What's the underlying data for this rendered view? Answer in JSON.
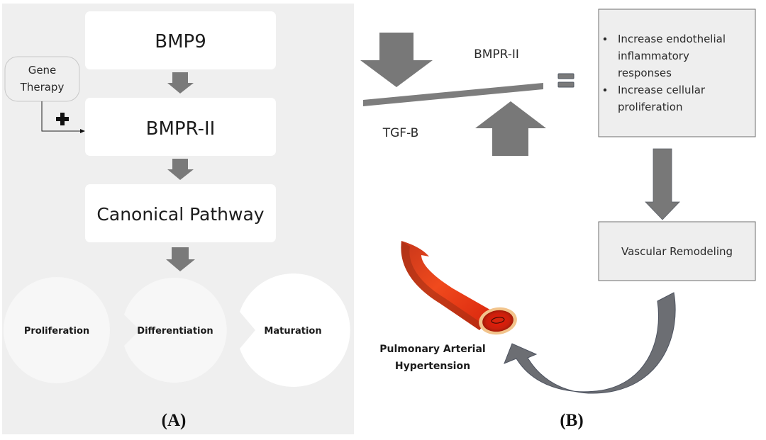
{
  "panel_a": {
    "label": "(A)",
    "boxes": {
      "bmp9": "BMP9",
      "bmpr2": "BMPR-II",
      "canonical": "Canonical Pathway"
    },
    "gene_therapy": {
      "line1": "Gene",
      "line2": "Therapy",
      "effect_symbol": "+"
    },
    "outcomes": [
      "Proliferation",
      "Differentiation",
      "Maturation"
    ],
    "colors": {
      "panel_bg": "#efefef",
      "box_fill": "#ffffff",
      "arrow": "#7a7a7a",
      "circle_fill": "#f7f7f7"
    }
  },
  "panel_b": {
    "label": "(B)",
    "balance": {
      "top_label": "BMPR-II",
      "bottom_label": "TGF-B"
    },
    "effects_box": {
      "bullets": [
        {
          "lines": [
            "Increase endothelial",
            "inflammatory",
            "responses"
          ]
        },
        {
          "lines": [
            "Increase cellular",
            "proliferation"
          ]
        }
      ]
    },
    "remodeling_box": "Vascular Remodeling",
    "disease_label": {
      "line1": "Pulmonary Arterial",
      "line2": "Hypertension"
    },
    "colors": {
      "box_fill": "#eeeeee",
      "box_border": "#6f6f6f",
      "arrow": "#787878",
      "curved_arrow": "#6c6e73",
      "vessel": "#e02a10",
      "vessel_dark": "#a8280f"
    }
  }
}
